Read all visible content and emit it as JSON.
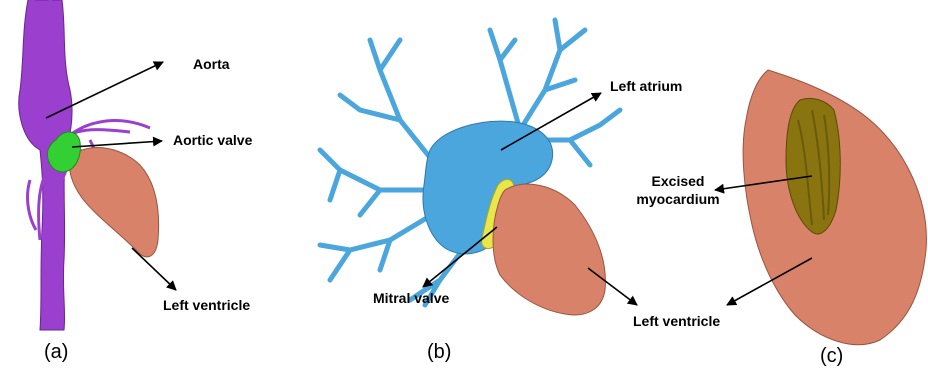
{
  "panels": [
    {
      "caption": "(a)",
      "labels": {
        "aorta": "Aorta",
        "aortic_valve": "Aortic valve",
        "left_ventricle": "Left ventricle"
      }
    },
    {
      "caption": "(b)",
      "labels": {
        "left_atrium": "Left atrium",
        "mitral_valve": "Mitral valve"
      }
    },
    {
      "caption": "(c)",
      "labels": {
        "excised_line1": "Excised",
        "excised_line2": "myocardium",
        "left_ventricle": "Left ventricle"
      }
    }
  ],
  "colors": {
    "aorta": "#9b3fcf",
    "aortic_valve": "#33d033",
    "ventricle": "#d9826a",
    "atrium": "#4aa6dc",
    "mitral_valve": "#e8e64a",
    "excised": "#8a7410"
  }
}
